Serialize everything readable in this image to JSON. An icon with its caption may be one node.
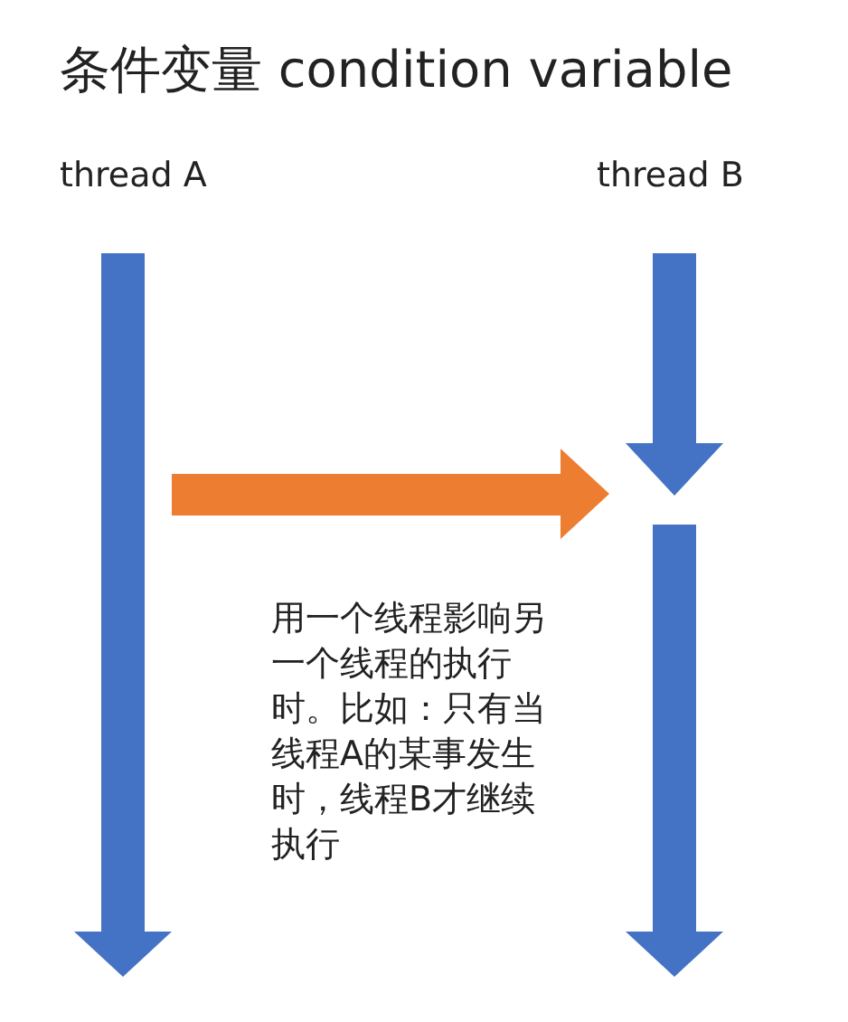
{
  "diagram": {
    "title": "条件变量 condition variable",
    "labels": [
      "thread A",
      "thread B",
      "用一个线程影响另一个线程的执行时。比如：只有当线程A的某事发生时，线程B才继续执行"
    ]
  }
}
